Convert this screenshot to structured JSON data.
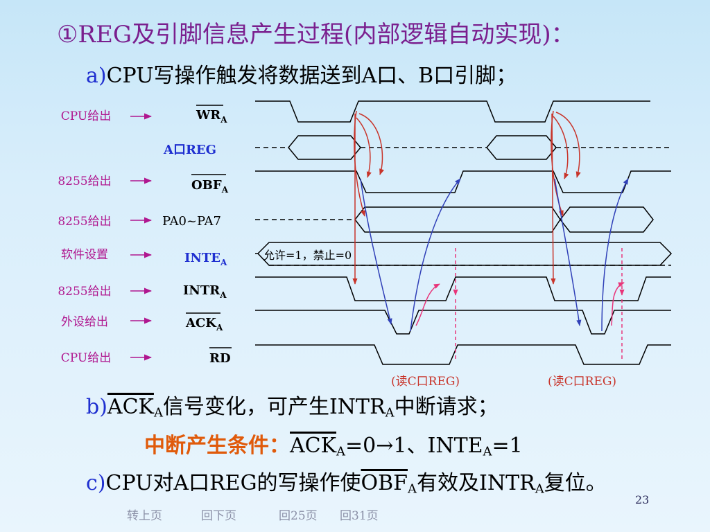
{
  "title": "①REG及引脚信息产生过程(内部逻辑自动实现)：",
  "point_a": {
    "marker": "a)",
    "text": "CPU写操作触发将数据送到A口、B口引脚；"
  },
  "point_b": {
    "marker": "b)",
    "sig": "ACK",
    "sig_sub": "A",
    "mid": "信号变化，可产生INTR",
    "mid_sub": "A",
    "end": "中断请求；"
  },
  "condition": {
    "label": "中断产生条件：",
    "sig": "ACK",
    "sig_sub": "A",
    "mid": "=0→1、INTE",
    "mid_sub": "A",
    "end": "=1"
  },
  "point_c": {
    "marker": "c)",
    "pre": "CPU对A口REG的写操作使",
    "sig": "OBF",
    "sig_sub": "A",
    "mid": "有效及INTR",
    "mid_sub": "A",
    "end": "复位。"
  },
  "timing_diagram": {
    "signals": [
      {
        "source": "CPU给出",
        "name": "WR",
        "sub": "A",
        "overbar": true
      },
      {
        "source": "",
        "name": "A口REG",
        "sub": "",
        "overbar": false
      },
      {
        "source": "8255给出",
        "name": "OBF",
        "sub": "A",
        "overbar": true
      },
      {
        "source": "8255给出",
        "name": "PA0~PA7",
        "sub": "",
        "overbar": false
      },
      {
        "source": "软件设置",
        "name": "INTE",
        "sub": "A",
        "overbar": false
      },
      {
        "source": "8255给出",
        "name": "INTR",
        "sub": "A",
        "overbar": false
      },
      {
        "source": "外设给出",
        "name": "ACK",
        "sub": "A",
        "overbar": true
      },
      {
        "source": "CPU给出",
        "name": "RD",
        "sub": "",
        "overbar": true
      }
    ],
    "inte_note": "允许=1，禁止=0",
    "read_c_labels": [
      "(读C口REG)",
      "(读C口REG)"
    ]
  },
  "footer": {
    "links": [
      "转上页",
      "回下页",
      "回25页",
      "回31页"
    ],
    "page_number": "23"
  },
  "colors": {
    "title": "#7a1f8e",
    "marker": "#1f2fd0",
    "emphasis": "#e05a0a",
    "signal_source": "#b0178f",
    "arrow_red": "#c8342a",
    "arrow_blue": "#3040b8",
    "arrow_pink": "#e8357a"
  }
}
